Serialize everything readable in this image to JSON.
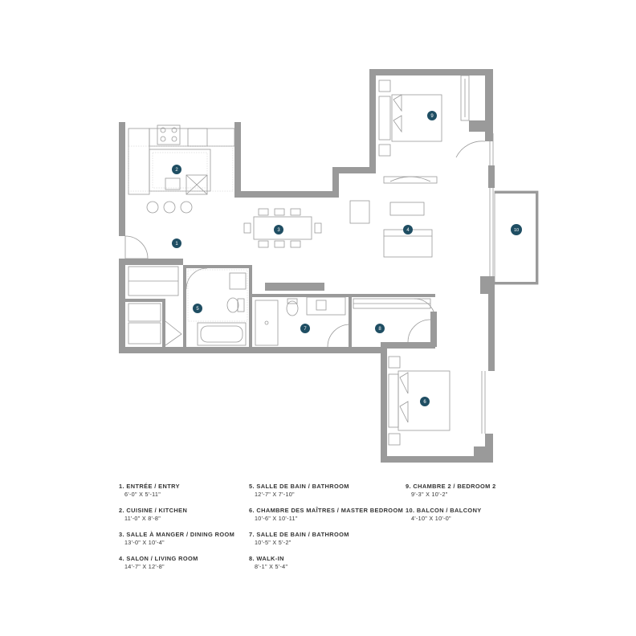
{
  "markers": [
    {
      "num": "1"
    },
    {
      "num": "2"
    },
    {
      "num": "3"
    },
    {
      "num": "4"
    },
    {
      "num": "5"
    },
    {
      "num": "6"
    },
    {
      "num": "7"
    },
    {
      "num": "8"
    },
    {
      "num": "9"
    },
    {
      "num": "10"
    }
  ],
  "legend": [
    {
      "title": "1. ENTRÉE / ENTRY",
      "dim": "6'-0\" X 5'-11\""
    },
    {
      "title": "2. CUISINE / KITCHEN",
      "dim": "11'-0\" X 8'-8\""
    },
    {
      "title": "3. SALLE À MANGER / DINING ROOM",
      "dim": "13'-0\" X 10'-4\""
    },
    {
      "title": "4. SALON / LIVING ROOM",
      "dim": "14'-7\" X 12'-8\""
    },
    {
      "title": "5. SALLE DE BAIN / BATHROOM",
      "dim": "12'-7\" X 7'-10\""
    },
    {
      "title": "6. CHAMBRE DES MAÎTRES / MASTER BEDROOM",
      "dim": "10'-6\" X 10'-11\""
    },
    {
      "title": "7. SALLE DE BAIN / BATHROOM",
      "dim": "10'-5\" X 5'-2\""
    },
    {
      "title": "8. WALK-IN",
      "dim": "8'-1\" X 5'-4\""
    },
    {
      "title": "9. CHAMBRE 2 / BEDROOM 2",
      "dim": "9'-3\" X 10'-2\""
    },
    {
      "title": "10. BALCON / BALCONY",
      "dim": "4'-10\" X 10'-0\""
    }
  ]
}
